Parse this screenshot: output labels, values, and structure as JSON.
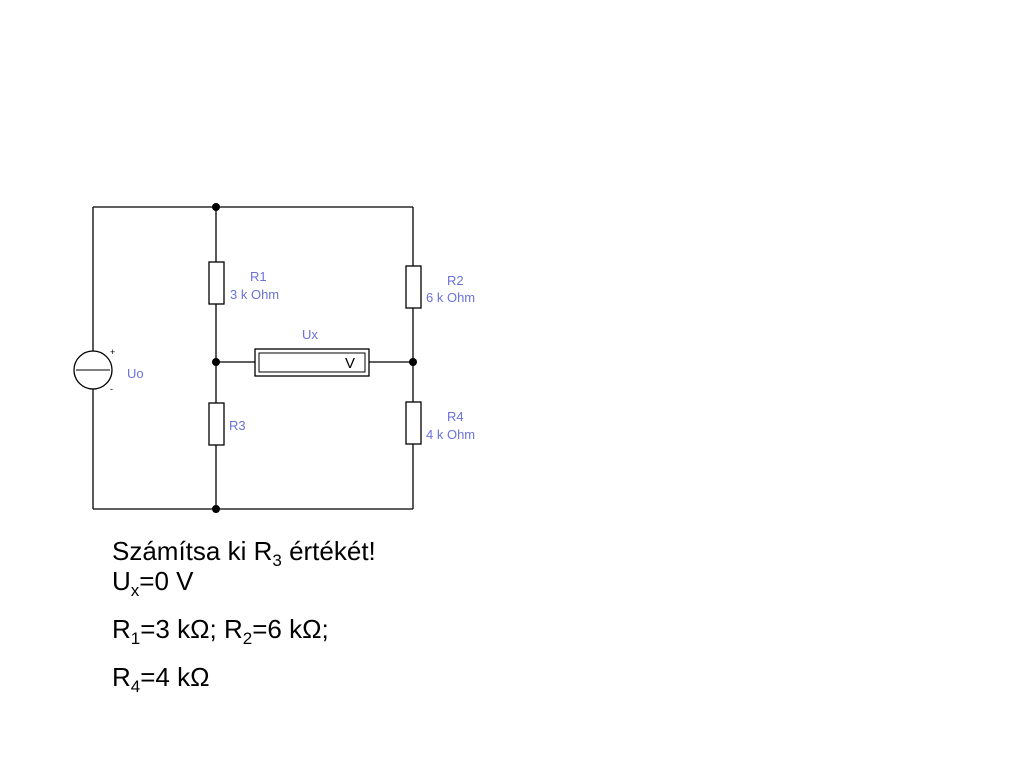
{
  "components": {
    "R1": {
      "name": "R1",
      "value": "3 k Ohm"
    },
    "R2": {
      "name": "R2",
      "value": "6 k Ohm"
    },
    "R3": {
      "name": "R3"
    },
    "R4": {
      "name": "R4",
      "value": "4 k Ohm"
    },
    "Ux": {
      "name": "Ux",
      "meter_symbol": "V"
    },
    "Uo": {
      "name": "Uo",
      "plus": "+",
      "minus": "-"
    }
  },
  "task": {
    "line1_a": "Számítsa ki R",
    "line1_sub": "3",
    "line1_b": " értékét!",
    "line2_a": "U",
    "line2_sub": "x",
    "line2_b": "=0 V",
    "line3_a": "R",
    "line3_sub1": "1",
    "line3_b": "=3 kΩ; R",
    "line3_sub2": "2",
    "line3_c": "=6 kΩ;",
    "line4_a": "R",
    "line4_sub": "4",
    "line4_b": "=4 kΩ"
  },
  "colors": {
    "label": "#6a72d8",
    "wire": "#000000"
  }
}
